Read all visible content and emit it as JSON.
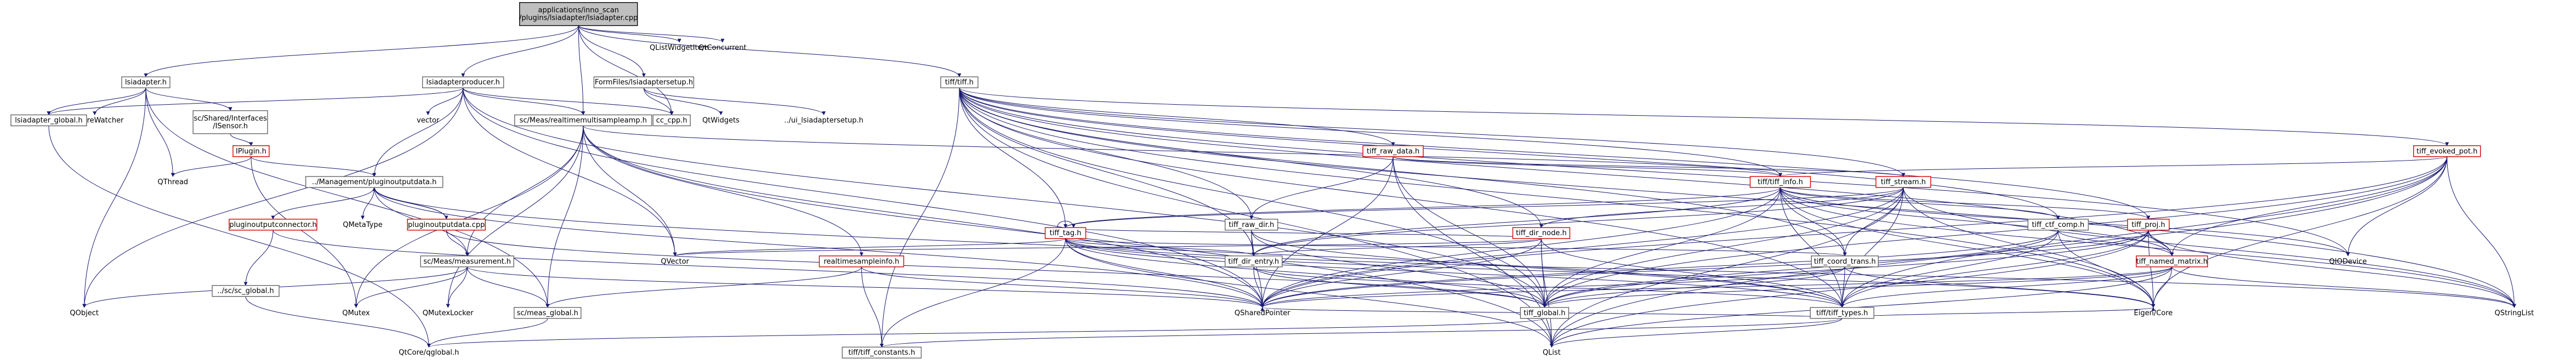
{
  "nodes": [
    {
      "id": "root",
      "lines": [
        "applications/inno_scan",
        "/plugins/lsiadapter/lsiadapter.cpp"
      ],
      "style": "root"
    },
    {
      "id": "lsiadapter_h",
      "lines": [
        "lsiadapter.h"
      ]
    },
    {
      "id": "qlistwidgetitem",
      "lines": [
        "QListWidgetItem"
      ],
      "style": "plain"
    },
    {
      "id": "qtconcurrent",
      "lines": [
        "QtConcurrent"
      ],
      "style": "plain"
    },
    {
      "id": "tifftiff_h",
      "lines": [
        "tiff/tiff.h"
      ]
    },
    {
      "id": "formfiles_setup",
      "lines": [
        "FormFiles/lsiadaptersetup.h"
      ]
    },
    {
      "id": "qfuturewatcher",
      "lines": [
        "QFutureWatcher"
      ],
      "style": "plain"
    },
    {
      "id": "sc_shared_isensor",
      "lines": [
        "sc/Shared/Interfaces",
        "/ISensor.h"
      ]
    },
    {
      "id": "lsiadapterproducer",
      "lines": [
        "lsiadapterproducer.h"
      ]
    },
    {
      "id": "ui_lsiadaptersetup",
      "lines": [
        "../ui_lsiadaptersetup.h"
      ],
      "style": "plain"
    },
    {
      "id": "qtwidgets",
      "lines": [
        "QtWidgets"
      ],
      "style": "plain"
    },
    {
      "id": "lsiadapter_global",
      "lines": [
        "lsiadapter_global.h"
      ]
    },
    {
      "id": "iplugin",
      "lines": [
        "IPlugin.h"
      ],
      "style": "red"
    },
    {
      "id": "vector",
      "lines": [
        "vector"
      ],
      "style": "plain"
    },
    {
      "id": "sc_meas_realtimemulti",
      "lines": [
        "sc/Meas/realtimemultisampleamp.h"
      ]
    },
    {
      "id": "cc_cpp",
      "lines": [
        "cc_cpp.h"
      ]
    },
    {
      "id": "tiff_raw_data",
      "lines": [
        "tiff_raw_data.h"
      ],
      "style": "red"
    },
    {
      "id": "tiff_evoked_pot",
      "lines": [
        "tiff_evoked_pot.h"
      ],
      "style": "red"
    },
    {
      "id": "qthread",
      "lines": [
        "QThread"
      ],
      "style": "plain"
    },
    {
      "id": "mgmt_pluginoutputdata",
      "lines": [
        "../Management/pluginoutputdata.h"
      ]
    },
    {
      "id": "tiff_stream",
      "lines": [
        "tiff_stream.h"
      ],
      "style": "red"
    },
    {
      "id": "tifftiff_info",
      "lines": [
        "tiff/tiff_info.h"
      ],
      "style": "red"
    },
    {
      "id": "pluginoutputdata_cpp",
      "lines": [
        "pluginoutputdata.cpp"
      ],
      "style": "red"
    },
    {
      "id": "qmetatype",
      "lines": [
        "QMetaType"
      ],
      "style": "plain"
    },
    {
      "id": "tiff_raw_dir",
      "lines": [
        "tiff_raw_dir.h"
      ]
    },
    {
      "id": "tiff_ctf_comp",
      "lines": [
        "tiff_ctf_comp.h"
      ]
    },
    {
      "id": "tiff_proj",
      "lines": [
        "tiff_proj.h"
      ],
      "style": "red"
    },
    {
      "id": "pluginoutputconnector",
      "lines": [
        "pluginoutputconnector.h"
      ],
      "style": "red"
    },
    {
      "id": "tiff_tag",
      "lines": [
        "tiff_tag.h"
      ],
      "style": "red"
    },
    {
      "id": "tiff_dir_node",
      "lines": [
        "tiff_dir_node.h"
      ],
      "style": "red"
    },
    {
      "id": "sc_meas_measurement",
      "lines": [
        "sc/Meas/measurement.h"
      ]
    },
    {
      "id": "realtimesampleinfo",
      "lines": [
        "realtimesampleinfo.h"
      ],
      "style": "red"
    },
    {
      "id": "tiff_dir_entry",
      "lines": [
        "tiff_dir_entry.h"
      ]
    },
    {
      "id": "tiff_coord_trans",
      "lines": [
        "tiff_coord_trans.h"
      ]
    },
    {
      "id": "tiff_named_matrix",
      "lines": [
        "tiff_named_matrix.h"
      ],
      "style": "red"
    },
    {
      "id": "qvector",
      "lines": [
        "QVector"
      ],
      "style": "plain"
    },
    {
      "id": "sc_global",
      "lines": [
        "../sc/sc_global.h"
      ]
    },
    {
      "id": "qiodevice",
      "lines": [
        "QIODevice"
      ],
      "style": "plain"
    },
    {
      "id": "qobject",
      "lines": [
        "QObject"
      ],
      "style": "plain"
    },
    {
      "id": "qmutex",
      "lines": [
        "QMutex"
      ],
      "style": "plain"
    },
    {
      "id": "qmutexlocker",
      "lines": [
        "QMutexLocker"
      ],
      "style": "plain"
    },
    {
      "id": "sc_meas_global",
      "lines": [
        "sc/meas_global.h"
      ]
    },
    {
      "id": "qsharedpointer",
      "lines": [
        "QSharedPointer"
      ],
      "style": "plain"
    },
    {
      "id": "tiff_global",
      "lines": [
        "tiff_global.h"
      ]
    },
    {
      "id": "tifftiff_types",
      "lines": [
        "tiff/tiff_types.h"
      ]
    },
    {
      "id": "eigen_core",
      "lines": [
        "Eigen/Core"
      ],
      "style": "plain"
    },
    {
      "id": "qstringlist",
      "lines": [
        "QStringList"
      ],
      "style": "plain"
    },
    {
      "id": "qtcoreglobal",
      "lines": [
        "QtCore/qglobal.h"
      ],
      "style": "plain"
    },
    {
      "id": "tifftiff_constants",
      "lines": [
        "tiff/tiff_constants.h"
      ]
    },
    {
      "id": "qlist",
      "lines": [
        "QList"
      ],
      "style": "plain"
    }
  ],
  "edges": [
    [
      "root",
      "lsiadapter_h"
    ],
    [
      "root",
      "qlistwidgetitem"
    ],
    [
      "root",
      "qtconcurrent"
    ],
    [
      "root",
      "tifftiff_h"
    ],
    [
      "root",
      "formfiles_setup"
    ],
    [
      "root",
      "lsiadapterproducer"
    ],
    [
      "root",
      "sc_meas_realtimemulti"
    ],
    [
      "root",
      "cc_cpp"
    ],
    [
      "lsiadapter_h",
      "qfuturewatcher"
    ],
    [
      "lsiadapter_h",
      "sc_shared_isensor"
    ],
    [
      "lsiadapter_h",
      "lsiadapter_global"
    ],
    [
      "lsiadapter_h",
      "qthread"
    ],
    [
      "lsiadapter_h",
      "qobject"
    ],
    [
      "lsiadapter_h",
      "sc_meas_global"
    ],
    [
      "sc_shared_isensor",
      "iplugin"
    ],
    [
      "iplugin",
      "qthread"
    ],
    [
      "iplugin",
      "mgmt_pluginoutputdata"
    ],
    [
      "iplugin",
      "qmutex"
    ],
    [
      "lsiadapterproducer",
      "lsiadapter_global"
    ],
    [
      "lsiadapterproducer",
      "vector"
    ],
    [
      "lsiadapterproducer",
      "cc_cpp"
    ],
    [
      "lsiadapterproducer",
      "mgmt_pluginoutputdata"
    ],
    [
      "lsiadapterproducer",
      "sc_meas_realtimemulti"
    ],
    [
      "lsiadapterproducer",
      "qobject"
    ],
    [
      "lsiadapterproducer",
      "qsharedpointer"
    ],
    [
      "lsiadapterproducer",
      "qvector"
    ],
    [
      "lsiadapterproducer",
      "tiff_global"
    ],
    [
      "lsiadapter_global",
      "qtcoreglobal"
    ],
    [
      "formfiles_setup",
      "ui_lsiadaptersetup"
    ],
    [
      "formfiles_setup",
      "qtwidgets"
    ],
    [
      "formfiles_setup",
      "cc_cpp"
    ],
    [
      "mgmt_pluginoutputdata",
      "pluginoutputdata_cpp"
    ],
    [
      "mgmt_pluginoutputdata",
      "qmetatype"
    ],
    [
      "mgmt_pluginoutputdata",
      "pluginoutputconnector"
    ],
    [
      "mgmt_pluginoutputdata",
      "sc_meas_measurement"
    ],
    [
      "mgmt_pluginoutputdata",
      "qsharedpointer"
    ],
    [
      "mgmt_pluginoutputdata",
      "tifftiff_types"
    ],
    [
      "pluginoutputdata_cpp",
      "mgmt_pluginoutputdata"
    ],
    [
      "pluginoutputdata_cpp",
      "sc_meas_measurement"
    ],
    [
      "pluginoutputdata_cpp",
      "tiff_global"
    ],
    [
      "pluginoutputconnector",
      "sc_global"
    ],
    [
      "pluginoutputconnector",
      "qsharedpointer"
    ],
    [
      "sc_global",
      "qtcoreglobal"
    ],
    [
      "sc_meas_realtimemulti",
      "sc_meas_measurement"
    ],
    [
      "sc_meas_realtimemulti",
      "realtimesampleinfo"
    ],
    [
      "sc_meas_realtimemulti",
      "qvector"
    ],
    [
      "sc_meas_realtimemulti",
      "sc_meas_global"
    ],
    [
      "sc_meas_realtimemulti",
      "qmutex"
    ],
    [
      "sc_meas_realtimemulti",
      "qmutexlocker"
    ],
    [
      "sc_meas_realtimemulti",
      "qsharedpointer"
    ],
    [
      "sc_meas_realtimemulti",
      "qlist"
    ],
    [
      "sc_meas_realtimemulti",
      "tifftiff_info"
    ],
    [
      "sc_meas_measurement",
      "qobject"
    ],
    [
      "sc_meas_measurement",
      "qmutex"
    ],
    [
      "sc_meas_measurement",
      "qmutexlocker"
    ],
    [
      "sc_meas_measurement",
      "sc_meas_global"
    ],
    [
      "sc_meas_measurement",
      "qsharedpointer"
    ],
    [
      "sc_meas_global",
      "qtcoreglobal"
    ],
    [
      "realtimesampleinfo",
      "sc_meas_global"
    ],
    [
      "realtimesampleinfo",
      "tifftiff_constants"
    ],
    [
      "realtimesampleinfo",
      "qsharedpointer"
    ],
    [
      "tifftiff_h",
      "tiff_raw_data"
    ],
    [
      "tifftiff_h",
      "tiff_evoked_pot"
    ],
    [
      "tifftiff_h",
      "tiff_stream"
    ],
    [
      "tifftiff_h",
      "tifftiff_info"
    ],
    [
      "tifftiff_h",
      "tiff_raw_dir"
    ],
    [
      "tifftiff_h",
      "tiff_ctf_comp"
    ],
    [
      "tifftiff_h",
      "tiff_proj"
    ],
    [
      "tifftiff_h",
      "tiff_tag"
    ],
    [
      "tifftiff_h",
      "tiff_dir_node"
    ],
    [
      "tifftiff_h",
      "tiff_coord_trans"
    ],
    [
      "tifftiff_h",
      "tiff_named_matrix"
    ],
    [
      "tifftiff_h",
      "tiff_global"
    ],
    [
      "tifftiff_h",
      "tifftiff_types"
    ],
    [
      "tifftiff_h",
      "tifftiff_constants"
    ],
    [
      "tifftiff_h",
      "qiodevice"
    ],
    [
      "tifftiff_h",
      "qlist"
    ],
    [
      "tifftiff_h",
      "qstringlist"
    ],
    [
      "tifftiff_h",
      "eigen_core"
    ],
    [
      "tifftiff_h",
      "tiff_dir_entry"
    ],
    [
      "tiff_raw_data",
      "tiff_raw_dir"
    ],
    [
      "tiff_raw_data",
      "tifftiff_info"
    ],
    [
      "tiff_raw_data",
      "tiff_global"
    ],
    [
      "tiff_raw_data",
      "qsharedpointer"
    ],
    [
      "tiff_raw_data",
      "tiff_stream"
    ],
    [
      "tiff_raw_data",
      "qlist"
    ],
    [
      "tiff_evoked_pot",
      "tifftiff_info"
    ],
    [
      "tiff_evoked_pot",
      "tiff_global"
    ],
    [
      "tiff_evoked_pot",
      "qstringlist"
    ],
    [
      "tiff_evoked_pot",
      "eigen_core"
    ],
    [
      "tiff_evoked_pot",
      "qsharedpointer"
    ],
    [
      "tiff_evoked_pot",
      "qlist"
    ],
    [
      "tiff_evoked_pot",
      "qiodevice"
    ],
    [
      "tiff_evoked_pot",
      "tifftiff_types"
    ],
    [
      "tiff_evoked_pot",
      "tiff_named_matrix"
    ],
    [
      "tiff_stream",
      "tiff_tag"
    ],
    [
      "tiff_stream",
      "tiff_dir_node"
    ],
    [
      "tiff_stream",
      "tiff_dir_entry"
    ],
    [
      "tiff_stream",
      "tiff_global"
    ],
    [
      "tiff_stream",
      "tifftiff_types"
    ],
    [
      "tiff_stream",
      "qsharedpointer"
    ],
    [
      "tiff_stream",
      "qlist"
    ],
    [
      "tiff_stream",
      "qstringlist"
    ],
    [
      "tiff_stream",
      "eigen_core"
    ],
    [
      "tiff_stream",
      "tiff_coord_trans"
    ],
    [
      "tifftiff_info",
      "tiff_ctf_comp"
    ],
    [
      "tifftiff_info",
      "tiff_proj"
    ],
    [
      "tifftiff_info",
      "tiff_coord_trans"
    ],
    [
      "tifftiff_info",
      "tiff_global"
    ],
    [
      "tifftiff_info",
      "tifftiff_types"
    ],
    [
      "tifftiff_info",
      "qsharedpointer"
    ],
    [
      "tifftiff_info",
      "qiodevice"
    ],
    [
      "tifftiff_info",
      "eigen_core"
    ],
    [
      "tifftiff_info",
      "qstringlist"
    ],
    [
      "tifftiff_info",
      "tiff_named_matrix"
    ],
    [
      "tifftiff_info",
      "tiff_tag"
    ],
    [
      "tifftiff_info",
      "tiff_dir_entry"
    ],
    [
      "tiff_raw_dir",
      "tiff_dir_entry"
    ],
    [
      "tiff_raw_dir",
      "tiff_global"
    ],
    [
      "tiff_raw_dir",
      "tifftiff_types"
    ],
    [
      "tiff_raw_dir",
      "qsharedpointer"
    ],
    [
      "tiff_ctf_comp",
      "tiff_named_matrix"
    ],
    [
      "tiff_ctf_comp",
      "tiff_global"
    ],
    [
      "tiff_ctf_comp",
      "tifftiff_types"
    ],
    [
      "tiff_ctf_comp",
      "qsharedpointer"
    ],
    [
      "tiff_ctf_comp",
      "eigen_core"
    ],
    [
      "tiff_proj",
      "tiff_named_matrix"
    ],
    [
      "tiff_proj",
      "tiff_global"
    ],
    [
      "tiff_proj",
      "tifftiff_types"
    ],
    [
      "tiff_proj",
      "qsharedpointer"
    ],
    [
      "tiff_proj",
      "eigen_core"
    ],
    [
      "tiff_proj",
      "qstringlist"
    ],
    [
      "tiff_proj",
      "qlist"
    ],
    [
      "tiff_tag",
      "tiff_tag"
    ],
    [
      "tiff_tag",
      "tiff_global"
    ],
    [
      "tiff_tag",
      "tifftiff_types"
    ],
    [
      "tiff_tag",
      "tifftiff_constants"
    ],
    [
      "tiff_tag",
      "qvector"
    ],
    [
      "tiff_tag",
      "qsharedpointer"
    ],
    [
      "tiff_tag",
      "qlist"
    ],
    [
      "tiff_tag",
      "tiff_coord_trans"
    ],
    [
      "tiff_tag",
      "tiff_dir_entry"
    ],
    [
      "tiff_tag",
      "eigen_core"
    ],
    [
      "tiff_tag",
      "qstringlist"
    ],
    [
      "tiff_dir_node",
      "tiff_dir_entry"
    ],
    [
      "tiff_dir_node",
      "tiff_global"
    ],
    [
      "tiff_dir_node",
      "tifftiff_types"
    ],
    [
      "tiff_dir_node",
      "qsharedpointer"
    ],
    [
      "tiff_dir_node",
      "qlist"
    ],
    [
      "tiff_dir_node",
      "qvector"
    ],
    [
      "tiff_dir_node",
      "tiff_tag"
    ],
    [
      "tiff_dir_entry",
      "tiff_global"
    ],
    [
      "tiff_dir_entry",
      "tifftiff_types"
    ],
    [
      "tiff_dir_entry",
      "qsharedpointer"
    ],
    [
      "tiff_coord_trans",
      "tiff_global"
    ],
    [
      "tiff_coord_trans",
      "tifftiff_types"
    ],
    [
      "tiff_coord_trans",
      "qsharedpointer"
    ],
    [
      "tiff_coord_trans",
      "eigen_core"
    ],
    [
      "tiff_named_matrix",
      "tiff_global"
    ],
    [
      "tiff_named_matrix",
      "tifftiff_types"
    ],
    [
      "tiff_named_matrix",
      "qsharedpointer"
    ],
    [
      "tiff_named_matrix",
      "eigen_core"
    ],
    [
      "tiff_named_matrix",
      "qstringlist"
    ],
    [
      "tiff_named_matrix",
      "qlist"
    ],
    [
      "tifftiff_types",
      "tifftiff_constants"
    ],
    [
      "tifftiff_types",
      "qsharedpointer"
    ],
    [
      "tifftiff_types",
      "eigen_core"
    ],
    [
      "tifftiff_types",
      "qlist"
    ],
    [
      "tiff_global",
      "qtcoreglobal"
    ]
  ],
  "colors": {
    "edge": "#191970",
    "node_border": "#666666",
    "highlight_border": "#d40000",
    "root_fill": "#bfbfbf"
  }
}
